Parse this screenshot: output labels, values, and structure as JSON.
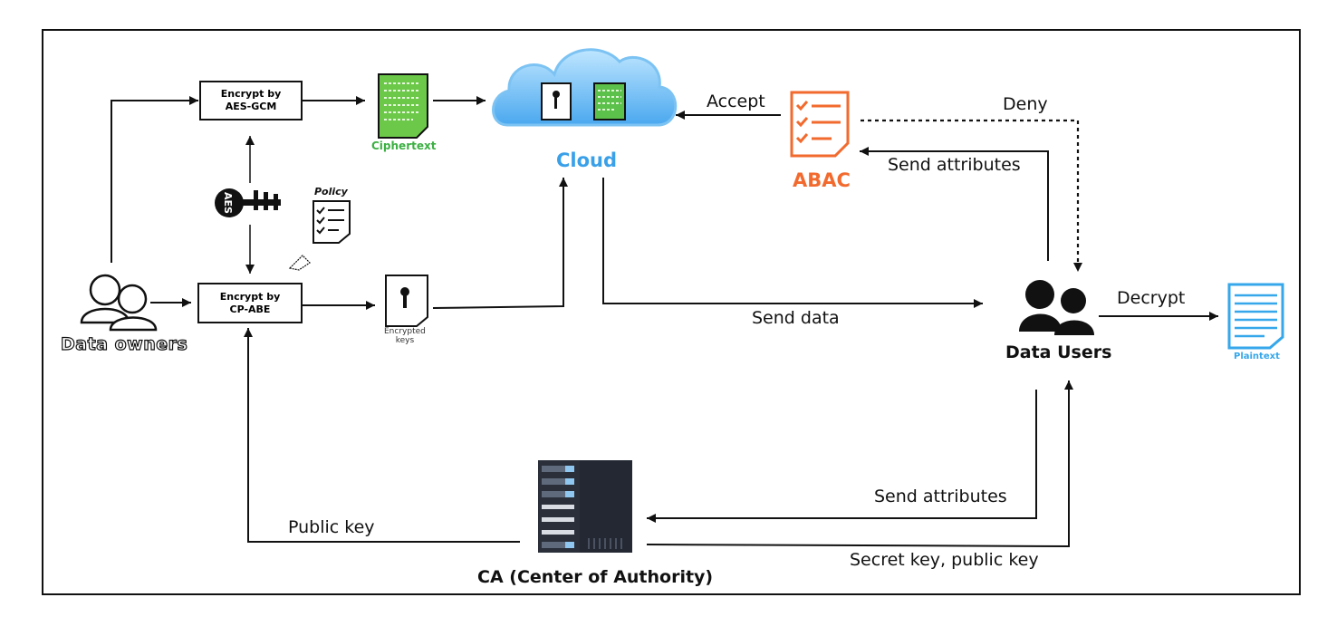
{
  "nodes": {
    "aes_gcm_box": "Encrypt by\nAES-GCM",
    "cpabe_box": "Encrypt by\nCP-ABE",
    "ciphertext": "Ciphertext",
    "cloud": "Cloud",
    "abac": "ABAC",
    "policy": "Policy",
    "aes_key_text": "AES",
    "encrypted_keys": "Encrypted\nkeys",
    "data_owners": "Data owners",
    "data_users": "Data Users",
    "plaintext": "Plaintext",
    "ca": "CA (Center of Authority)"
  },
  "edges": {
    "accept": "Accept",
    "deny": "Deny",
    "send_attributes_abac": "Send attributes",
    "send_data": "Send data",
    "decrypt": "Decrypt",
    "public_key": "Public key",
    "send_attributes_ca": "Send attributes",
    "secret_public_key": "Secret key, public key"
  },
  "colors": {
    "cipher_green": "#3cb043",
    "cloud_blue": "#3aa0e8",
    "abac_orange": "#f26a2e",
    "plaintext_blue": "#35a7ea",
    "server_dark": "#2a2f3a"
  }
}
